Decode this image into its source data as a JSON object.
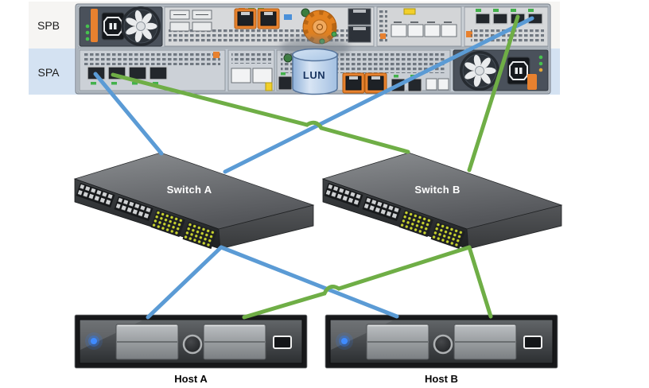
{
  "storage_array": {
    "name": "storage-array",
    "controllers": [
      {
        "label": "SPB",
        "band_color": "#f6f5f3"
      },
      {
        "label": "SPA",
        "band_color": "#d4e2f2"
      }
    ],
    "lun_label": "LUN"
  },
  "switches": [
    {
      "label": "Switch A"
    },
    {
      "label": "Switch B"
    }
  ],
  "hosts": [
    {
      "label": "Host A"
    },
    {
      "label": "Host B"
    }
  ],
  "colors": {
    "fabric_blue": "#5B9BD5",
    "fabric_green": "#6FAE46",
    "switch_top": "#6e7174",
    "chassis_gray": "#b7bec6",
    "accent_orange": "#E8812F",
    "led_green": "#43B14B",
    "lun_blue": "#AECBEA"
  },
  "connections": [
    {
      "from": "SPA port 0",
      "to": "Switch A",
      "fabric": "blue"
    },
    {
      "from": "SPA port 1",
      "to": "Switch B",
      "fabric": "green"
    },
    {
      "from": "SPB port 3",
      "to": "Switch A",
      "fabric": "blue"
    },
    {
      "from": "SPB port 2",
      "to": "Switch B",
      "fabric": "green"
    },
    {
      "from": "Switch A",
      "to": "Host A",
      "fabric": "blue"
    },
    {
      "from": "Switch A",
      "to": "Host B",
      "fabric": "blue"
    },
    {
      "from": "Switch B",
      "to": "Host A",
      "fabric": "green"
    },
    {
      "from": "Switch B",
      "to": "Host B",
      "fabric": "green"
    }
  ],
  "icons": {
    "fan": "circular-fan",
    "power_inlet": "c14-power-socket",
    "lun": "storage-cylinder",
    "rotary_dial": "orange-locking-dial"
  }
}
